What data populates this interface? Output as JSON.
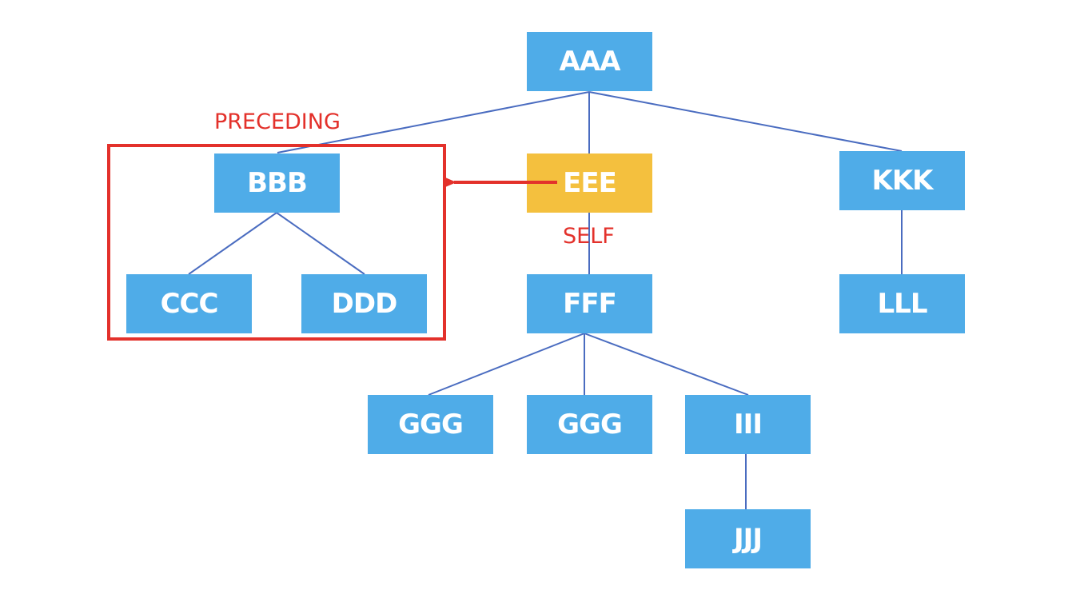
{
  "diagram": {
    "type": "tree",
    "colors": {
      "node": "#4FACE8",
      "self_node": "#F4C03E",
      "edge": "#4A6CC0",
      "highlight": "#E3312B",
      "node_text": "#FFFFFF"
    },
    "nodes": {
      "aaa": {
        "label": "AAA"
      },
      "bbb": {
        "label": "BBB"
      },
      "ccc": {
        "label": "CCC"
      },
      "ddd": {
        "label": "DDD"
      },
      "eee": {
        "label": "EEE"
      },
      "fff": {
        "label": "FFF"
      },
      "ggg1": {
        "label": "GGG"
      },
      "ggg2": {
        "label": "GGG"
      },
      "iii": {
        "label": "III"
      },
      "jjj": {
        "label": "JJJ"
      },
      "kkk": {
        "label": "KKK"
      },
      "lll": {
        "label": "LLL"
      }
    },
    "edges": [
      [
        "aaa",
        "bbb"
      ],
      [
        "aaa",
        "eee"
      ],
      [
        "aaa",
        "kkk"
      ],
      [
        "bbb",
        "ccc"
      ],
      [
        "bbb",
        "ddd"
      ],
      [
        "eee",
        "fff"
      ],
      [
        "fff",
        "ggg1"
      ],
      [
        "fff",
        "ggg2"
      ],
      [
        "fff",
        "iii"
      ],
      [
        "iii",
        "jjj"
      ],
      [
        "kkk",
        "lll"
      ]
    ],
    "annotations": {
      "preceding_label": "PRECEDING",
      "self_label": "SELF",
      "arrow": {
        "from": "eee",
        "to": "preceding-group"
      }
    }
  }
}
